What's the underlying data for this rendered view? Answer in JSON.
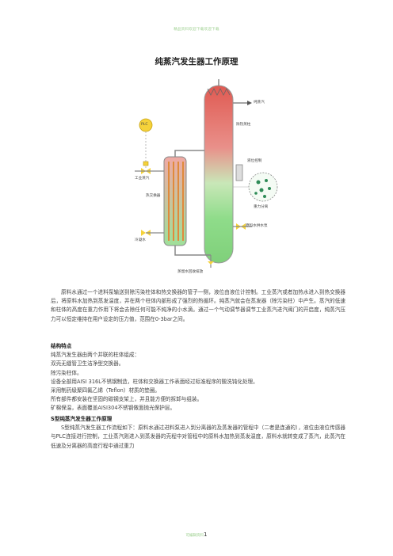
{
  "header_note": "精品资料欢迎下载欢迎下载",
  "title": "纯蒸汽发生器工作原理",
  "figure": {
    "labels": {
      "pure_steam": "纯蒸汽",
      "column": "除热蒸柱",
      "plc": "PLC",
      "level_control": "液位控制",
      "gravity_separation": "重力分离",
      "industrial_steam": "工业蒸汽",
      "heat_exchanger": "热交换器",
      "feed_water_pump": "原料水供水泵",
      "cooling_water": "冷凝水",
      "drain": "蒸馏水回收排放"
    },
    "colors": {
      "steam_red": "#d9534f",
      "water_green": "#9fe09a",
      "tube_orange": "#e08a3c",
      "plc_yellow": "#f5d23a"
    }
  },
  "paragraphs": [
    "原料水通过一个进料泵输送到除污染柱体和热交换器的管子一侧，液位由液位计控制。工业蒸汽或者加热水进入到热交换器后，将原料水加热到蒸发温度，并在两个柱体内部形成了强烈的热循环。纯蒸汽就会在蒸发器（除污染柱）中产生。蒸汽的低速和柱体的高度在重力作用下将会去除任何可能不纯净的小水滴。通过一个气动调节器调节工业蒸汽进汽阀门的开启度，纯蒸汽压力可以恒定维持在用户设定的压力值，范围在0-3bar之间。"
  ],
  "section1": {
    "heading": "结构特点",
    "lines": [
      "纯蒸汽发生器由两个并联的柱体组成：",
      "双壳无缝管卫生洁净型交换器。",
      "除污染柱体。",
      "设备全部用AISI 316L不锈钢制造，柱体和交换器工作表面经过标准程序的酸洗钝化处理。",
      "采用制药级聚四氟乙烯（Teflon）材质的垫圈。",
      "所有部件都安装在坚固的碳钢支架上，并且能方便的拆卸与组装。",
      "矿棉保温，表面覆盖AISI304不锈钢做面抛光保护层。"
    ]
  },
  "section2": {
    "heading": "S型纯蒸汽发生器工作原理",
    "paragraph": "S型纯蒸汽发生器工作流程如下：原料水通过进料泵进入到分离器的及蒸发器的管程中（二者是连通的），液位由液位传感器与PLC连接进行控制，工业蒸汽则进入到蒸发器的壳程中对管程中的原料水加热到蒸发温度，原料水就转变成了蒸汽，此蒸汽在低速及分离器的高度行程中通过重力"
  },
  "footer": {
    "note": "可编辑资料",
    "page": "1"
  }
}
